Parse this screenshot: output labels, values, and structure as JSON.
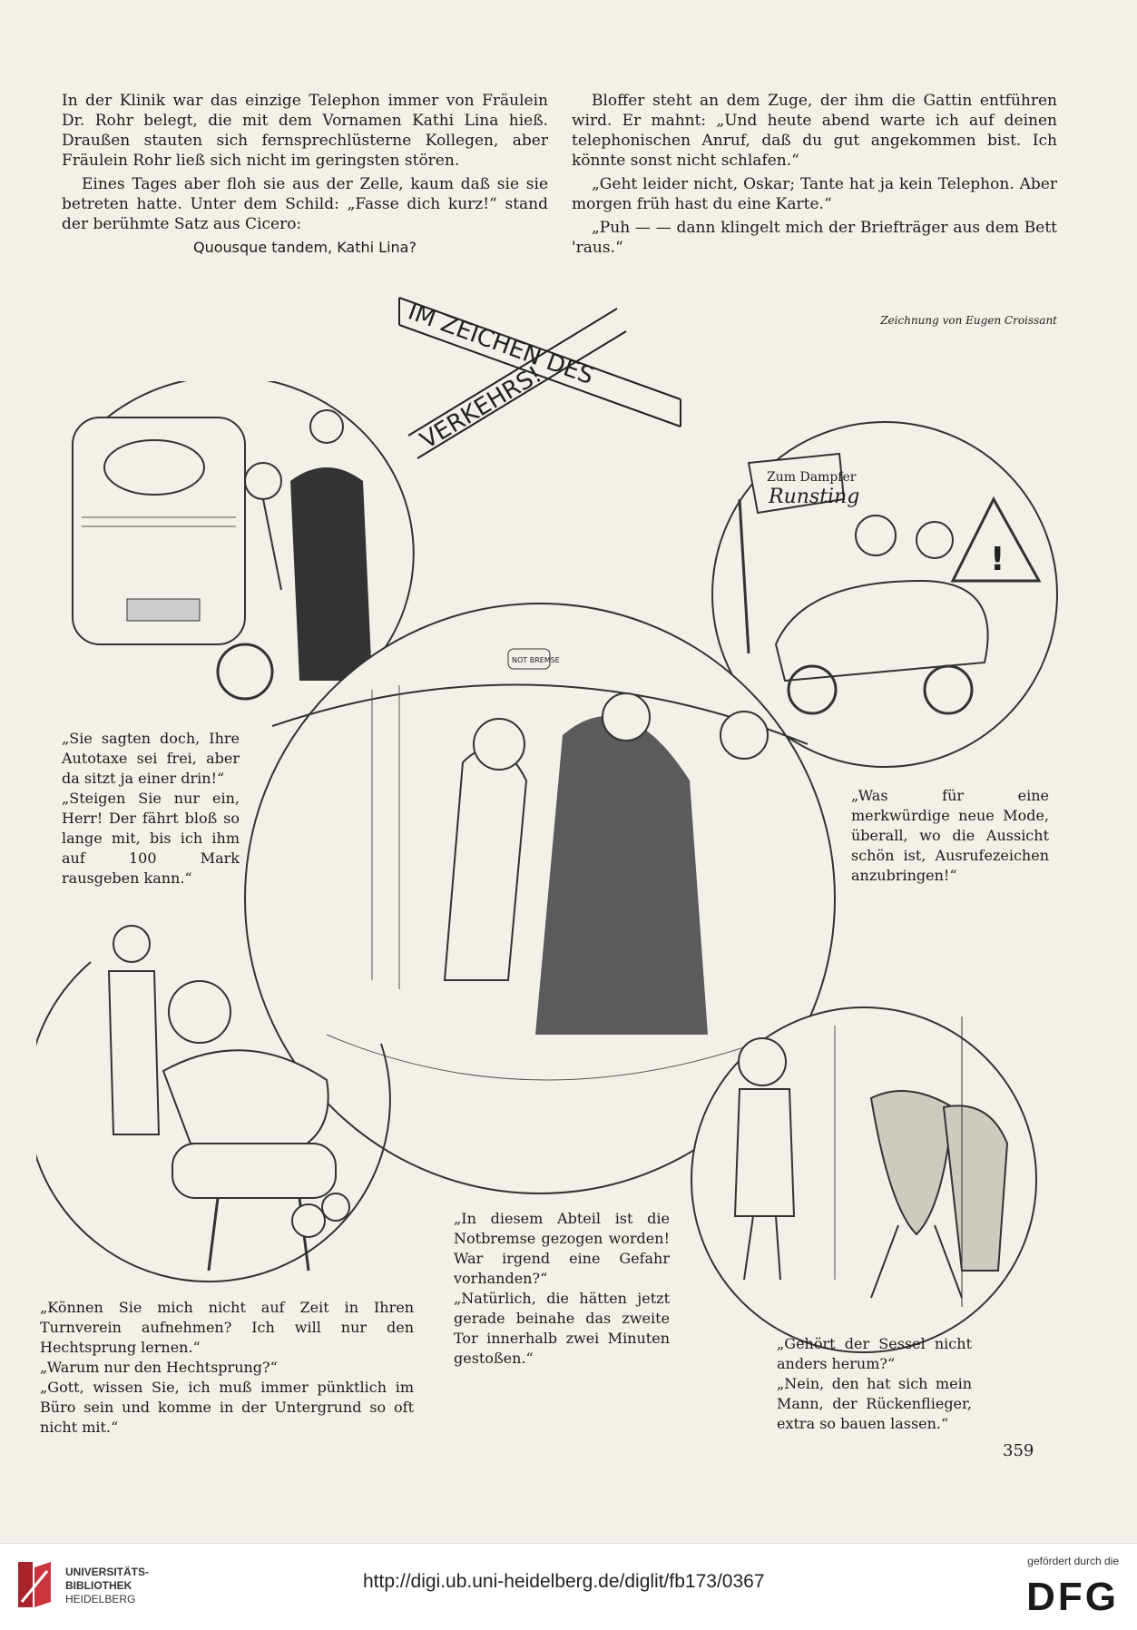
{
  "article": {
    "left_col": {
      "p1": "In der Klinik war das einzige Telephon immer von Fräulein Dr. Rohr belegt, die mit dem Vornamen Kathi Lina hieß. Draußen stauten sich fernsprechlüsterne Kollegen, aber Fräulein Rohr ließ sich nicht im geringsten stören.",
      "p2": "Eines Tages aber floh sie aus der Zelle, kaum daß sie sie betreten hatte. Unter dem Schild: „Fasse dich kurz!“ stand der berühmte Satz aus Cicero:",
      "quote": "Quousque tandem, Kathi Lina?"
    },
    "right_col": {
      "p1": "Bloffer steht an dem Zuge, der ihm die Gattin entführen wird. Er mahnt: „Und heute abend warte ich auf deinen telephonischen Anruf, daß du gut angekommen bist. Ich könnte sonst nicht schlafen.“",
      "p2": "„Geht leider nicht, Oskar; Tante hat ja kein Telephon. Aber morgen früh hast du eine Karte.“",
      "p3": "„Puh — — dann klingelt mich der Briefträger aus dem Bett 'raus.“"
    }
  },
  "credit": "Zeichnung von Eugen Croissant",
  "title_sign": {
    "line1": "IM ZEICHEN DES",
    "line2": "VERKEHRS!"
  },
  "captions": {
    "taxi": [
      "„Sie sagten doch, Ihre Autotaxe sei frei, aber da sitzt ja einer drin!“",
      "„Steigen Sie nur ein, Herr! Der fährt bloß so lange mit, bis ich ihm auf 100 Mark rausgeben kann.“"
    ],
    "car": [
      "„Was für eine merkwürdige neue Mode, überall, wo die Aussicht schön ist, Ausrufezeichen anzubringen!“"
    ],
    "gym": [
      "„Können Sie mich nicht auf Zeit in Ihren Turnverein aufnehmen? Ich will nur den Hechtsprung lernen.“",
      "„Warum nur den Hechtsprung?“",
      "„Gott, wissen Sie, ich muß immer pünktlich im Büro sein und komme in der Untergrund so oft nicht mit.“"
    ],
    "train": [
      "„In diesem Abteil ist die Notbremse gezogen worden! War irgend eine Gefahr vorhanden?“",
      "„Natürlich, die hätten jetzt gerade beinahe das zweite Tor innerhalb zwei Minuten gestoßen.“"
    ],
    "chair": [
      "„Gehört der Sessel nicht anders herum?“",
      "„Nein, den hat sich mein Mann, der Rückenflieger, extra so bauen lassen.“"
    ]
  },
  "drawing_text": {
    "sign_top": "Zum Dampfer",
    "sign_main": "Runsting",
    "notbremse": "NOT BREMSE"
  },
  "page_number": "359",
  "footer": {
    "library_line1": "UNIVERSITÄTS-",
    "library_line2": "BIBLIOTHEK",
    "library_line3": "HEIDELBERG",
    "url": "http://digi.ub.uni-heidelberg.de/diglit/fb173/0367",
    "funded_by": "gefördert durch die",
    "dfg": "DFG"
  }
}
